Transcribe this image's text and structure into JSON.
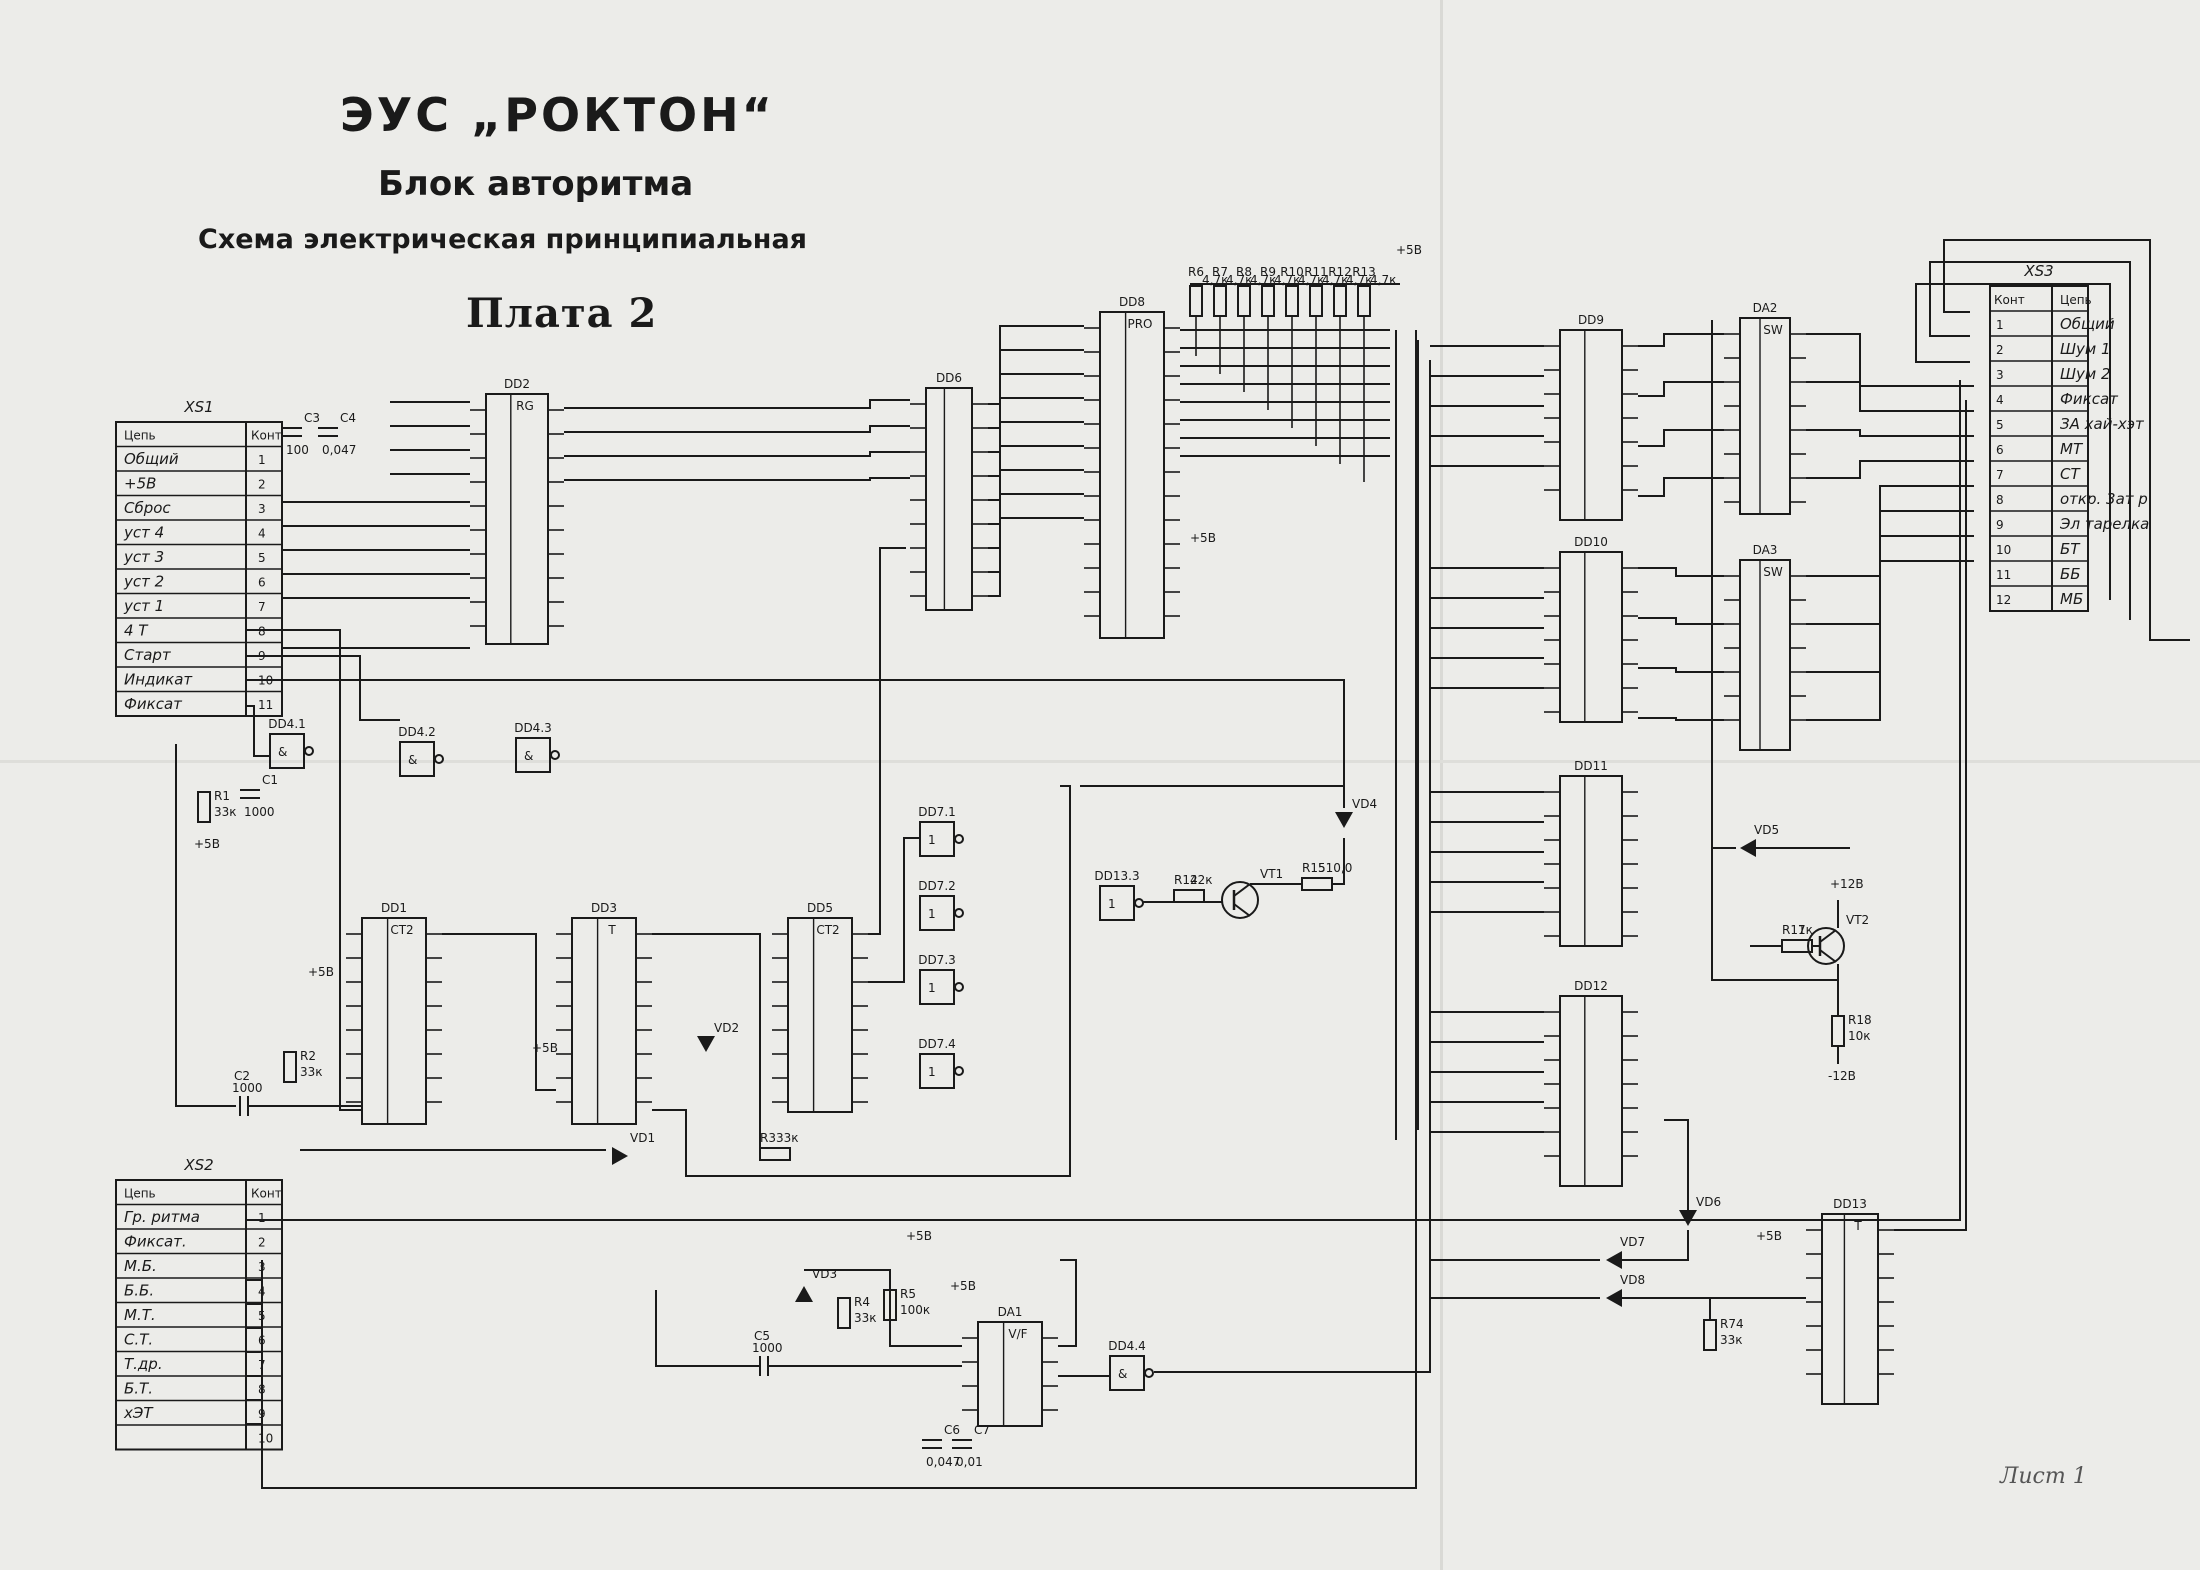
{
  "title": {
    "main": "ЭУС „РОКТОН“",
    "block": "Блок авторитма",
    "kind": "Схема электрическая принципиальная",
    "board": "Плата 2"
  },
  "sheet_note": "Лист 1",
  "supply_labels": {
    "plus5": "+5В",
    "plus12": "+12В",
    "minus12": "-12В"
  },
  "connectors": {
    "xs1": {
      "name": "XS1",
      "col_circuit": "Цепь",
      "col_pin": "Конт",
      "rows": [
        {
          "name": "Общий",
          "pin": "1"
        },
        {
          "name": "+5В",
          "pin": "2"
        },
        {
          "name": "Сброс",
          "pin": "3"
        },
        {
          "name": "уст 4",
          "pin": "4"
        },
        {
          "name": "уст 3",
          "pin": "5"
        },
        {
          "name": "уст 2",
          "pin": "6"
        },
        {
          "name": "уст 1",
          "pin": "7"
        },
        {
          "name": "4 Т",
          "pin": "8"
        },
        {
          "name": "Старт",
          "pin": "9"
        },
        {
          "name": "Индикат",
          "pin": "10"
        },
        {
          "name": "Фиксат",
          "pin": "11"
        }
      ]
    },
    "xs2": {
      "name": "XS2",
      "col_circuit": "Цепь",
      "col_pin": "Конт",
      "rows": [
        {
          "name": "Гр. ритма",
          "pin": "1"
        },
        {
          "name": "Фиксат.",
          "pin": "2"
        },
        {
          "name": "М.Б.",
          "pin": "3"
        },
        {
          "name": "Б.Б.",
          "pin": "4"
        },
        {
          "name": "М.Т.",
          "pin": "5"
        },
        {
          "name": "С.Т.",
          "pin": "6"
        },
        {
          "name": "Т.др.",
          "pin": "7"
        },
        {
          "name": "Б.Т.",
          "pin": "8"
        },
        {
          "name": "хЭТ",
          "pin": "9"
        },
        {
          "name": "",
          "pin": "10"
        }
      ]
    },
    "xs3": {
      "name": "XS3",
      "col_pin": "Конт",
      "col_circuit": "Цепь",
      "rows": [
        {
          "pin": "1",
          "name": "Общий"
        },
        {
          "pin": "2",
          "name": "Шум 1"
        },
        {
          "pin": "3",
          "name": "Шум 2"
        },
        {
          "pin": "4",
          "name": "Фиксат"
        },
        {
          "pin": "5",
          "name": "ЗА хай-хэт"
        },
        {
          "pin": "6",
          "name": "МТ"
        },
        {
          "pin": "7",
          "name": "СТ"
        },
        {
          "pin": "8",
          "name": "откр. 3ат р"
        },
        {
          "pin": "9",
          "name": "Эл тарелка"
        },
        {
          "pin": "10",
          "name": "БТ"
        },
        {
          "pin": "11",
          "name": "ББ"
        },
        {
          "pin": "12",
          "name": "МБ"
        }
      ]
    }
  },
  "chips": [
    {
      "ref": "DD2",
      "fn": "RG"
    },
    {
      "ref": "DD6",
      "fn": ""
    },
    {
      "ref": "DD8",
      "fn": "PRO"
    },
    {
      "ref": "DD9",
      "fn": ""
    },
    {
      "ref": "DD10",
      "fn": ""
    },
    {
      "ref": "DD11",
      "fn": ""
    },
    {
      "ref": "DD12",
      "fn": ""
    },
    {
      "ref": "DA2",
      "fn": "SW"
    },
    {
      "ref": "DA3",
      "fn": "SW"
    },
    {
      "ref": "DD1",
      "fn": "CT2"
    },
    {
      "ref": "DD3",
      "fn": "T"
    },
    {
      "ref": "DD5",
      "fn": "CT2"
    },
    {
      "ref": "DD13",
      "fn": "T"
    },
    {
      "ref": "DA1",
      "fn": "V/F"
    }
  ],
  "gates": [
    "DD4.1",
    "DD4.2",
    "DD4.3",
    "DD4.4",
    "DD13.3",
    "DD7.1",
    "DD7.2",
    "DD7.3",
    "DD7.4"
  ],
  "passives": [
    {
      "ref": "C3",
      "value": "100"
    },
    {
      "ref": "C4",
      "value": "0,047"
    },
    {
      "ref": "R1",
      "value": "33к"
    },
    {
      "ref": "C1",
      "value": "1000"
    },
    {
      "ref": "R2",
      "value": "33к"
    },
    {
      "ref": "C2",
      "value": "1000"
    },
    {
      "ref": "R3",
      "value": "33к"
    },
    {
      "ref": "R4",
      "value": "33к"
    },
    {
      "ref": "R5",
      "value": "100к"
    },
    {
      "ref": "C5",
      "value": "1000"
    },
    {
      "ref": "C6",
      "value": "0,047"
    },
    {
      "ref": "C7",
      "value": "0,01"
    },
    {
      "ref": "R14",
      "value": "22к"
    },
    {
      "ref": "R15",
      "value": "510,0"
    },
    {
      "ref": "R17",
      "value": "1к"
    },
    {
      "ref": "R18",
      "value": "10к"
    },
    {
      "ref": "R74",
      "value": "33к"
    }
  ],
  "resistor_bank": [
    "R6",
    "R7",
    "R8",
    "R9",
    "R10",
    "R11",
    "R12",
    "R13"
  ],
  "resistor_bank_value": "4,7к",
  "diodes": [
    "VD1",
    "VD2",
    "VD3",
    "VD4",
    "VD5",
    "VD6",
    "VD7",
    "VD8"
  ],
  "transistors": [
    "VT1",
    "VT2"
  ]
}
